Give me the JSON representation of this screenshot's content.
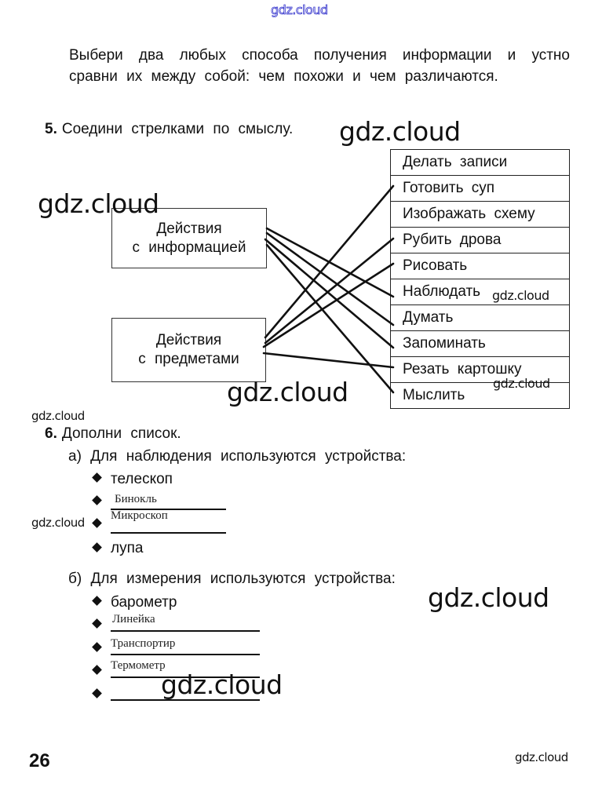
{
  "watermarks": {
    "top": "gdz.cloud",
    "task5_title": "gdz.cloud",
    "left_top": "gdz.cloud",
    "nablyudat": "gdz.cloud",
    "rezat": "gdz.cloud",
    "center_bottom": "gdz.cloud",
    "left_small": "gdz.cloud",
    "bullet_row": "gdz.cloud",
    "right_mid": "gdz.cloud",
    "bottom_center": "gdz.cloud",
    "footer": "gdz.cloud"
  },
  "intro": {
    "text": "Выбери два любых способа получения информации и устно сравни их между собой: чем похожи и чем различаются."
  },
  "task5": {
    "number": "5.",
    "title": "Соедини стрелками по смыслу.",
    "categories": [
      {
        "id": "info",
        "line1": "Действия",
        "line2": "с информацией"
      },
      {
        "id": "objects",
        "line1": "Действия",
        "line2": "с предметами"
      }
    ],
    "actions": [
      "Делать записи",
      "Готовить суп",
      "Изображать схему",
      "Рубить дрова",
      "Рисовать",
      "Наблюдать",
      "Думать",
      "Запоминать",
      "Резать картошку",
      "Мыслить"
    ],
    "connections": [
      {
        "from": "info",
        "to": "Наблюдать"
      },
      {
        "from": "info",
        "to": "Думать"
      },
      {
        "from": "info",
        "to": "Запоминать"
      },
      {
        "from": "info",
        "to": "Мыслить"
      },
      {
        "from": "objects",
        "to": "Готовить суп"
      },
      {
        "from": "objects",
        "to": "Рубить дрова"
      },
      {
        "from": "objects",
        "to": "Рисовать"
      },
      {
        "from": "objects",
        "to": "Резать картошку"
      }
    ]
  },
  "task6": {
    "number": "6.",
    "title": "Дополни список.",
    "a": {
      "label": "а) Для наблюдения используются устройства:",
      "items": [
        {
          "type": "printed",
          "text": "телескоп"
        },
        {
          "type": "answer",
          "text": "Бинокль"
        },
        {
          "type": "answer",
          "text": "Микроскоп"
        },
        {
          "type": "printed",
          "text": "лупа"
        }
      ]
    },
    "b": {
      "label": "б) Для измерения используются устройства:",
      "items": [
        {
          "type": "printed",
          "text": "барометр"
        },
        {
          "type": "answer",
          "text": "Линейка"
        },
        {
          "type": "answer",
          "text": "Транспортир"
        },
        {
          "type": "answer",
          "text": "Термометр"
        },
        {
          "type": "answer",
          "text": ""
        }
      ]
    }
  },
  "footer": {
    "page_number": "26"
  },
  "colors": {
    "ink": "#111111",
    "watermark_top_stroke": "#3333cc",
    "paper": "#ffffff"
  }
}
